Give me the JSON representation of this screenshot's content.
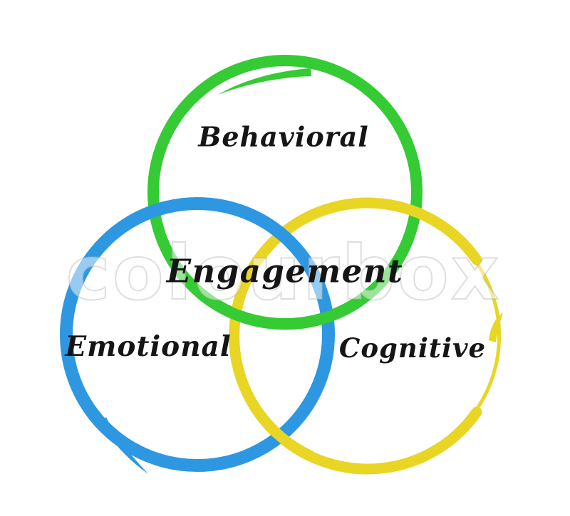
{
  "page": {
    "background_color": "#ffffff",
    "text_color": "#151515"
  },
  "diagram": {
    "type": "venn",
    "center_label": "Engagement",
    "watermark": "colourbox",
    "circles": [
      {
        "id": "behavioral",
        "label": "Behavioral",
        "color": "#34cb34",
        "position": "top"
      },
      {
        "id": "emotional",
        "label": "Emotional",
        "color": "#2e97e2",
        "position": "bottom-left"
      },
      {
        "id": "cognitive",
        "label": "Cognitive",
        "color": "#e9d524",
        "position": "bottom-right"
      }
    ]
  }
}
